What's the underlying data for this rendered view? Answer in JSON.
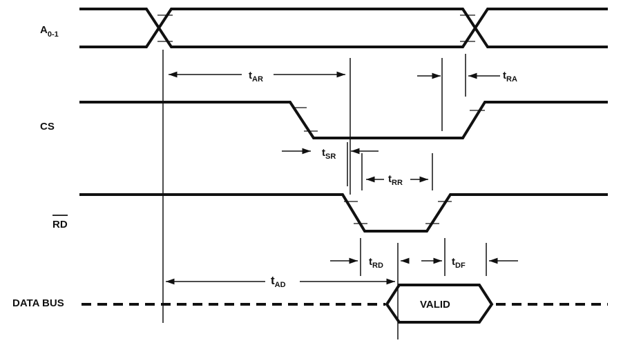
{
  "signals": {
    "address": {
      "main": "A",
      "sub": "0-1"
    },
    "chip_select": "CS",
    "read": "RD",
    "data_bus": "DATA BUS"
  },
  "valid_label": "VALID",
  "timings": {
    "t_ar": {
      "main": "t",
      "sub": "AR"
    },
    "t_ra": {
      "main": "t",
      "sub": "RA"
    },
    "t_sr": {
      "main": "t",
      "sub": "SR"
    },
    "t_rr": {
      "main": "t",
      "sub": "RR"
    },
    "t_rd": {
      "main": "t",
      "sub": "RD"
    },
    "t_df": {
      "main": "t",
      "sub": "DF"
    },
    "t_ad": {
      "main": "t",
      "sub": "AD"
    }
  }
}
